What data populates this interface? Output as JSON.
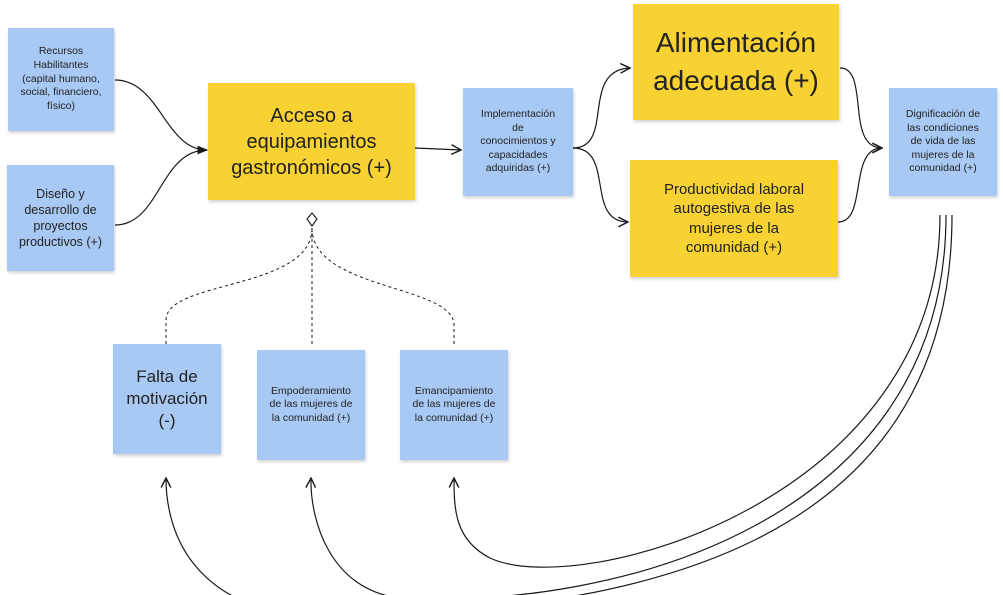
{
  "diagram": {
    "colors": {
      "blue_note": "#a8c9f3",
      "yellow_note": "#f7d232",
      "line": "#1a1a1a"
    },
    "nodes": {
      "recursos": "Recursos\nHabilitantes\n(capital humano,\nsocial, financiero,\nfísico)",
      "diseno": "Diseño y\ndesarrollo de\nproyectos\nproductivos (+)",
      "acceso": "Acceso a\nequipamientos\ngastronómicos (+)",
      "implementacion": "Implementación\nde\nconocimientos y\ncapacidades\nadquiridas (+)",
      "alimentacion": "Alimentación\nadecuada (+)",
      "productividad": "Productividad laboral\nautogestiva de las\nmujeres de la\ncomunidad (+)",
      "dignificacion": "Dignificación de\nlas condiciones\nde vida de las\nmujeres de la\ncomunidad (+)",
      "falta": "Falta de\nmotivación\n(-)",
      "empoderamiento": "Empoderamiento\nde las mujeres de\nla comunidad (+)",
      "emancipamiento": "Emancipamiento\nde las mujeres de\nla comunidad (+)"
    }
  }
}
